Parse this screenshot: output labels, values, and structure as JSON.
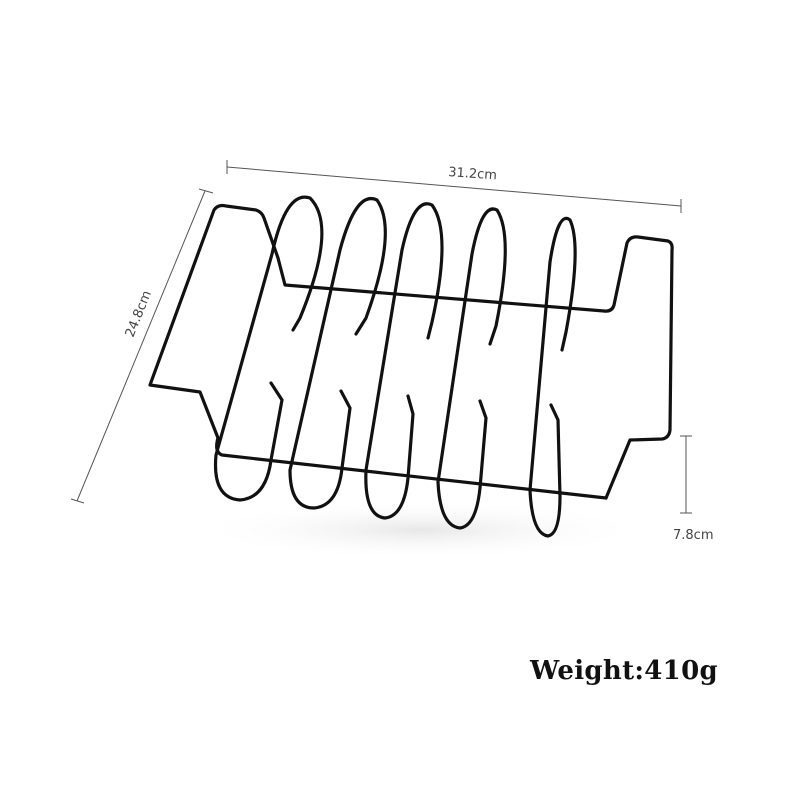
{
  "dimensions": {
    "length": "31.2cm",
    "width": "24.8cm",
    "height": "7.8cm"
  },
  "weight_label": "Weight:410g",
  "colors": {
    "wire": "#111111",
    "dimension_line": "#555555",
    "background": "#ffffff"
  }
}
